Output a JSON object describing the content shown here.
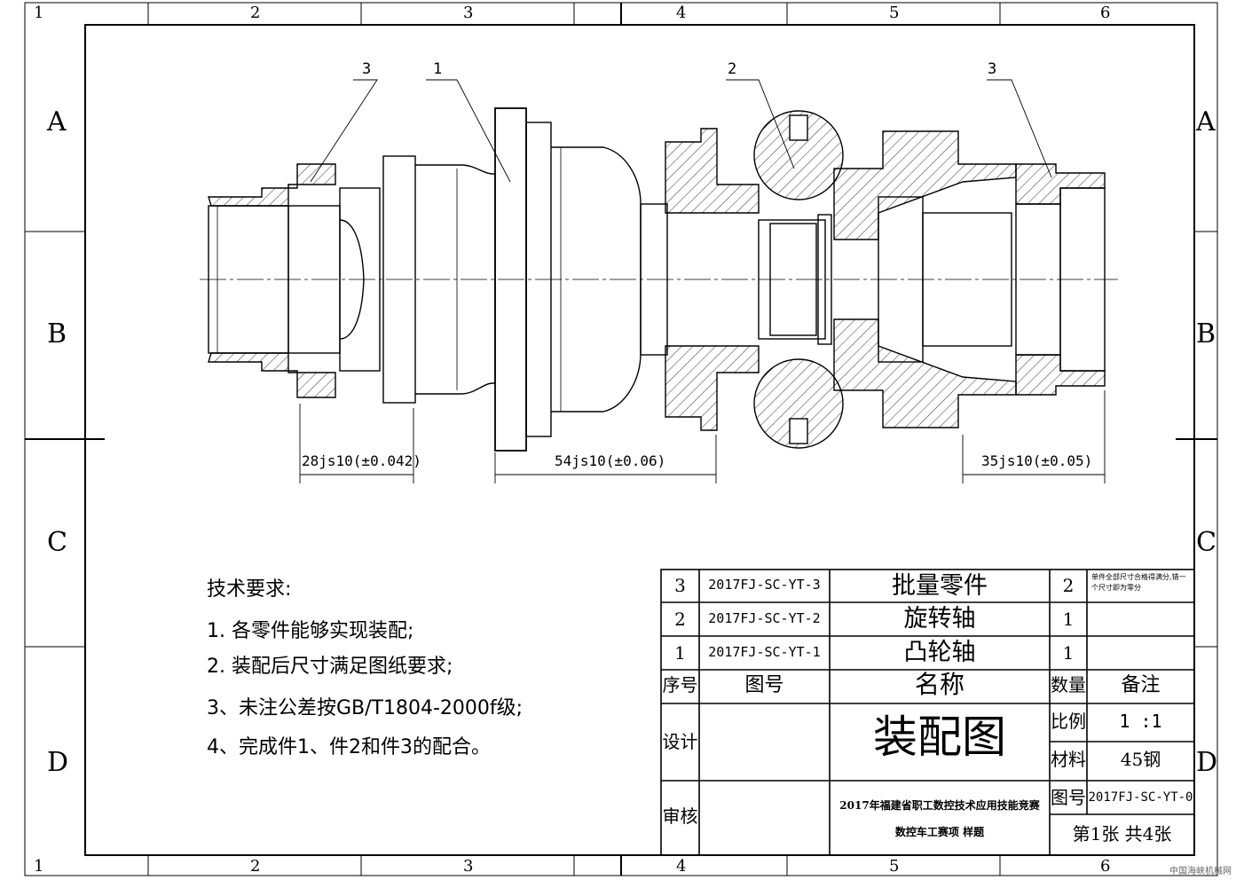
{
  "border": {
    "cols_top": [
      "1",
      "2",
      "3",
      "4",
      "5",
      "6"
    ],
    "cols_bottom": [
      "1",
      "2",
      "3",
      "4",
      "5",
      "6"
    ],
    "rows_left": [
      "A",
      "B",
      "C",
      "D"
    ],
    "rows_right": [
      "A",
      "B",
      "C",
      "D"
    ]
  },
  "callouts": {
    "c3_left": "3",
    "c1": "1",
    "c2": "2",
    "c3_right": "3"
  },
  "dimensions": {
    "d1": "28js10(±0.042)",
    "d2": "54js10(±0.06)",
    "d3": "35js10(±0.05)"
  },
  "tech_requirements": {
    "title": "技术要求:",
    "items": [
      "1. 各零件能够实现装配;",
      "2. 装配后尺寸满足图纸要求;",
      "3、未注公差按GB/T1804-2000f级;",
      "4、完成件1、件2和件3的配合。"
    ]
  },
  "bom": {
    "rows": [
      {
        "no": "3",
        "code": "2017FJ-SC-YT-3",
        "name": "批量零件",
        "qty": "2",
        "note": "单件全部尺寸合格得满分,错一个尺寸即为零分"
      },
      {
        "no": "2",
        "code": "2017FJ-SC-YT-2",
        "name": "旋转轴",
        "qty": "1",
        "note": ""
      },
      {
        "no": "1",
        "code": "2017FJ-SC-YT-1",
        "name": "凸轮轴",
        "qty": "1",
        "note": ""
      }
    ],
    "header": {
      "no": "序号",
      "code": "图号",
      "name": "名称",
      "qty": "数量",
      "note": "备注"
    }
  },
  "title_block": {
    "design_label": "设计",
    "review_label": "审核",
    "title": "装配图",
    "scale_label": "比例",
    "scale_value": "1 :1",
    "material_label": "材料",
    "material_value": "45钢",
    "drawing_no_label": "图号",
    "drawing_no_value": "2017FJ-SC-YT-0",
    "org_line1": "2017年福建省职工数控技术应用技能竞赛",
    "org_line2": "数控车工赛项 样题",
    "sheet": "第1张  共4张"
  },
  "watermark": "中国海峡机械网"
}
